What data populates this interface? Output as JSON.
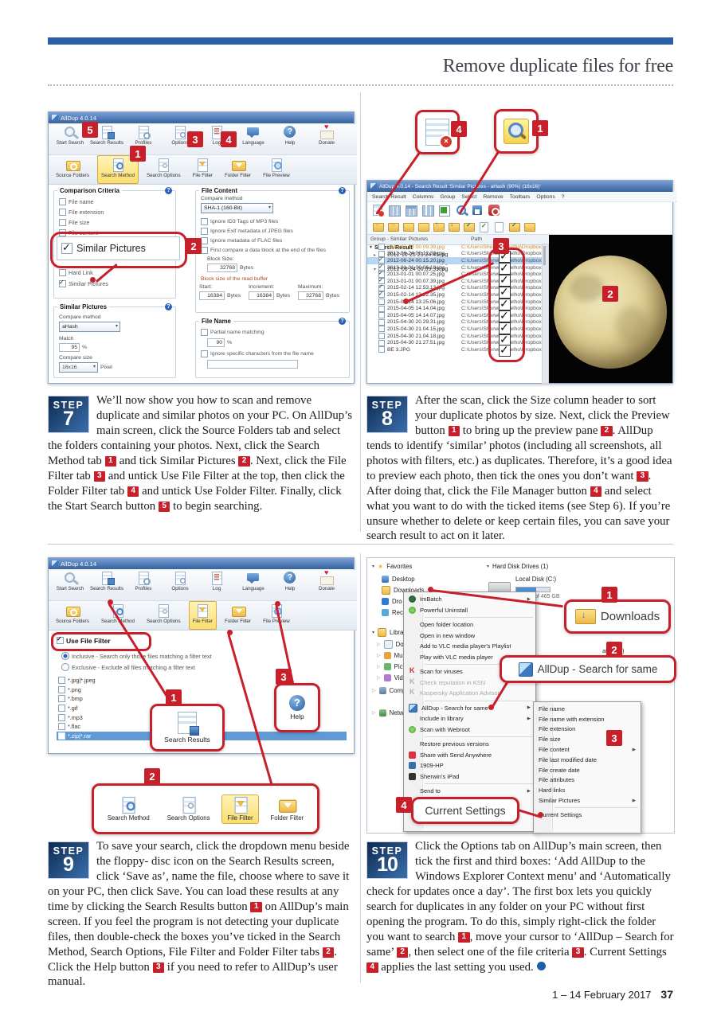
{
  "page": {
    "title": "Remove duplicate files for free",
    "footer_date": "1 – 14 February 2017",
    "footer_page": "37"
  },
  "colors": {
    "accent_red": "#c8202a",
    "bar_blue": "#2a5fa8",
    "step_blue_dark": "#0e2a50",
    "step_blue_light": "#3a6fad",
    "highlight_yellow": "#fbde6f",
    "selection_blue": "#5f9ad6"
  },
  "steps": [
    {
      "label": "STEP",
      "num": "7",
      "parts": [
        {
          "text": "We’ll now show you how to scan and remove duplicate and similar photos on your PC. On AllDup’s main screen, click the Source Folders tab and select the folders containing your photos. Next, click the Search Method tab "
        },
        {
          "num": "1"
        },
        {
          "text": " and tick Similar Pictures "
        },
        {
          "num": "2"
        },
        {
          "text": ". Next, click the File Filter tab "
        },
        {
          "num": "3"
        },
        {
          "text": " and untick Use File Filter at the top, then click the Folder Filter tab "
        },
        {
          "num": "4"
        },
        {
          "text": " and untick Use Folder Filter. Finally, click the Start Search button "
        },
        {
          "num": "5"
        },
        {
          "text": " to begin searching."
        }
      ]
    },
    {
      "label": "STEP",
      "num": "8",
      "parts": [
        {
          "text": "After the scan, click the Size column header to sort your duplicate photos by size. Next, click the Preview button "
        },
        {
          "num": "1"
        },
        {
          "text": " to bring up the preview pane "
        },
        {
          "num": "2"
        },
        {
          "text": ". AllDup tends to identify ‘similar’ photos (including all screenshots, all photos with filters, etc.) as duplicates. Therefore, it’s a good idea to preview each photo, then tick the ones you don’t want "
        },
        {
          "num": "3"
        },
        {
          "text": ". After doing that, click the File Manager button "
        },
        {
          "num": "4"
        },
        {
          "text": " and select what you want to do with the ticked items (see Step 6). If you’re unsure whether to delete or keep certain files, you can save your search result to act on it later."
        }
      ]
    },
    {
      "label": "STEP",
      "num": "9",
      "parts": [
        {
          "text": "To save your search, click the dropdown menu beside the floppy- disc icon on the Search Results screen, click ‘Save as’, name the file, choose where to save it on your PC, then click Save. You can load these results at any time by clicking the Search Results button "
        },
        {
          "num": "1"
        },
        {
          "text": " on AllDup’s main screen. If you feel the program is not detecting your duplicate files, then double-check the boxes you’ve ticked in the Search Method, Search Options, File Filter and Folder Filter tabs "
        },
        {
          "num": "2"
        },
        {
          "text": ". Click the Help button "
        },
        {
          "num": "3"
        },
        {
          "text": " if you need to refer to AllDup’s user manual."
        }
      ]
    },
    {
      "label": "STEP",
      "num": "10",
      "end_dot": true,
      "parts": [
        {
          "text": "Click the Options tab on AllDup’s main screen, then tick the first and third boxes: ‘Add AllDup to the Windows Explorer Context menu’ and ‘Automatically check for updates once a day’. The first box lets you quickly search for duplicates in any folder on your PC without first opening the program. To do this, simply right-click the folder you want to search "
        },
        {
          "num": "1"
        },
        {
          "text": ", move your cursor to ‘AllDup – Search for same’ "
        },
        {
          "num": "2"
        },
        {
          "text": ", then select one of the file criteria "
        },
        {
          "num": "3"
        },
        {
          "text": ". Current Settings "
        },
        {
          "num": "4"
        },
        {
          "text": " applies the last setting you used."
        }
      ]
    }
  ],
  "panelA": {
    "title": "AllDup 4.0.14",
    "badges": {
      "b1": "1",
      "b2": "2",
      "b3": "3",
      "b4": "4",
      "b5": "5"
    },
    "toolbar1": [
      {
        "label": "Start Search",
        "icon": "mag"
      },
      {
        "label": "Search Results",
        "icon": "results"
      },
      {
        "label": "Profiles",
        "icon": "profiles"
      },
      {
        "label": "Options",
        "icon": "options"
      },
      {
        "label": "Log",
        "icon": "log"
      },
      {
        "label": "Language",
        "icon": "language"
      },
      {
        "label": "Help",
        "icon": "help"
      },
      {
        "label": "Donate",
        "icon": "donate"
      }
    ],
    "tabs": [
      {
        "label": "Source Folders",
        "icon": "t-folder"
      },
      {
        "label": "Search Method",
        "icon": "t-mag",
        "cls": "active"
      },
      {
        "label": "Search Options",
        "icon": "t-gear"
      },
      {
        "label": "File Filter",
        "icon": "t-funnel"
      },
      {
        "label": "Folder Filter",
        "icon": "t-folderfun"
      },
      {
        "label": "File Preview",
        "icon": "t-prev"
      }
    ],
    "criteria": {
      "title": "Comparison Criteria",
      "items": [
        "File name",
        "File extension",
        "File size",
        "File content"
      ],
      "hard_link": "Hard Link",
      "similar": "Similar Pictures",
      "similar_big": "Similar Pictures"
    },
    "similar": {
      "title": "Similar Pictures",
      "compare_label": "Compare method",
      "compare_value": "aHash",
      "match_label": "Match",
      "match_value": "95",
      "pct": "%",
      "size_label": "Compare size",
      "size_value": "16x16",
      "pixel": "Pixel"
    },
    "content": {
      "title": "File Content",
      "compare_label": "Compare method",
      "compare_value": "SHA-1 (160-Bit)",
      "checks": [
        "Ignore ID3 Tags of MP3 files",
        "Ignore Exif metadata of JPEG files",
        "Ignore metadata of FLAC files",
        "First compare a data block at the end of the files"
      ],
      "block_label": "Block Size:",
      "block_value": "32768",
      "bytes": "Bytes",
      "buffer_title": "Block size of the read buffer",
      "cols": [
        {
          "label": "Start:",
          "value": "16384",
          "unit": "Bytes"
        },
        {
          "label": "Increment:",
          "value": "16384",
          "unit": "Bytes"
        },
        {
          "label": "Maximum:",
          "value": "32768",
          "unit": "Bytes"
        }
      ]
    },
    "filename": {
      "title": "File Name",
      "partial": "Partial name matching",
      "pct_value": "90",
      "pct": "%",
      "ignore": "Ignore specific characters from the file name"
    }
  },
  "panelB": {
    "title": "AllDup 4.0.14 - Search Result 'Similar Pictures - aHash (90%) (16x16)'",
    "badges": {
      "b1": "1",
      "b2": "2",
      "b3": "3",
      "b4": "4"
    },
    "menu": [
      "Search Result",
      "Columns",
      "Group",
      "Select",
      "Remove",
      "Toolbars",
      "Options",
      "?"
    ],
    "toolbar_icons": [
      {
        "icon": "b-fm",
        "name": "file-manager-icon"
      },
      {
        "icon": "b-col1",
        "name": "columns-icon"
      },
      {
        "icon": "b-col2",
        "name": "columns-icon"
      },
      {
        "icon": "b-col3",
        "name": "columns-icon"
      },
      {
        "icon": "b-xls",
        "name": "export-icon"
      },
      {
        "icon": "b-prev",
        "cls": "active",
        "name": "file-preview-icon"
      },
      {
        "icon": "b-save",
        "name": "save-icon"
      },
      {
        "icon": "b-power",
        "name": "power-icon"
      }
    ],
    "toolbar2_icons": [
      {
        "icon": "y-undo"
      },
      {
        "icon": "y-redo"
      },
      {
        "icon": "y-fold"
      },
      {
        "icon": "y-fold"
      },
      {
        "icon": "y-up"
      },
      {
        "icon": "y-down"
      },
      {
        "icon": "y-foldchk"
      },
      {
        "icon": "y-pgchk"
      },
      {
        "icon": "y-pg"
      },
      {
        "icon": "y-foldchk"
      },
      {
        "icon": "y-fold"
      }
    ],
    "columns": {
      "group": "Group - Similar Pictures",
      "path": "Path"
    },
    "root": "Search Result",
    "group_rows": [
      {
        "name": "2012-10-26 23.24.45.jpg"
      },
      {
        "name": "2012-10-26 23.22.04.jpg"
      },
      {
        "name": "2012-06-24 00.09.39.jpg",
        "cls": "open"
      }
    ],
    "files": [
      {
        "name": "2012-06-24 00.09.39.jpg",
        "path": "C:\\Users\\Sherwin Coelho\\Dropbox\\Cam",
        "cls": "orange"
      },
      {
        "name": "2012-06-24 00.12.38.jpg",
        "path": "C:\\Users\\Sherwin Coelho\\Dropbox\\Cam",
        "cls": "plain"
      },
      {
        "name": "2012-06-24 00.15.20.jpg",
        "path": "C:\\Users\\Sherwin Coelho\\Dropbox\\Cam",
        "cls": "selected"
      },
      {
        "name": "2013-01-01 00.06.10.jpg",
        "path": "C:\\Users\\Sherwin Coelho\\Dropbox\\Cam",
        "cls": "checked"
      },
      {
        "name": "2013-01-01 00.07.25.jpg",
        "path": "C:\\Users\\Sherwin Coelho\\Dropbox\\Cam",
        "cls": "checked"
      },
      {
        "name": "2013-01-01 00.07.39.jpg",
        "path": "C:\\Users\\Sherwin Coelho\\Dropbox\\Cam",
        "cls": "checked"
      },
      {
        "name": "2015-02-14 12.53.13.jpg",
        "path": "C:\\Users\\Sherwin Coelho\\Dropbox\\Cam",
        "cls": "checked"
      },
      {
        "name": "2015-02-14 13.22.35.jpg",
        "path": "C:\\Users\\Sherwin Coelho\\Dropbox\\Cam",
        "cls": "checked"
      },
      {
        "name": "2015-02-14 13.25.06.jpg",
        "path": "C:\\Users\\Sherwin Coelho\\Dropbox\\Cam",
        "cls": "plain"
      },
      {
        "name": "2015-04-05 14.14.04.jpg",
        "path": "C:\\Users\\Sherwin Coelho\\Dropbox\\Cam",
        "cls": "plain"
      },
      {
        "name": "2015-04-05 14.14.07.jpg",
        "path": "C:\\Users\\Sherwin Coelho\\Dropbox\\Cam",
        "cls": "plain"
      },
      {
        "name": "2015-04-30 20.29.31.jpg",
        "path": "C:\\Users\\Sherwin Coelho\\Dropbox\\Cam",
        "cls": "plain"
      },
      {
        "name": "2015-04-30 21.04.15.jpg",
        "path": "C:\\Users\\Sherwin Coelho\\Dropbox\\Cam",
        "cls": "plain"
      },
      {
        "name": "2015-04-30 21.04.18.jpg",
        "path": "C:\\Users\\Sherwin Coelho\\Dropbox\\Cam",
        "cls": "plain"
      },
      {
        "name": "2015-04-30 21.27.51.jpg",
        "path": "C:\\Users\\Sherwin Coelho\\Dropbox\\Cam",
        "cls": "plain"
      },
      {
        "name": "BE 3.JPG",
        "path": "C:\\Users\\Sherwin Coelho\\Dropbox\\Hou",
        "cls": "plain"
      }
    ]
  },
  "panelC": {
    "title": "AllDup 4.0.14",
    "badges": {
      "b1": "1",
      "b2": "2",
      "b3": "3"
    },
    "tabs": [
      {
        "label": "Source Folders",
        "icon": "t-folder"
      },
      {
        "label": "Search Method",
        "icon": "t-mag"
      },
      {
        "label": "Search Options",
        "icon": "t-gear"
      },
      {
        "label": "File Filter",
        "icon": "t-funnel",
        "cls": "active"
      },
      {
        "label": "Folder Filter",
        "icon": "t-folderfun"
      },
      {
        "label": "File Preview",
        "icon": "t-prev"
      }
    ],
    "use_filter": "Use File Filter",
    "radios": [
      {
        "label": "Inclusive - Search only those files matching a filter text",
        "cls": "on"
      },
      {
        "label": "Exclusive - Exclude all files matching a filter text"
      }
    ],
    "filters": [
      {
        "label": "*.jpg|*.jpeg"
      },
      {
        "label": "*.png"
      },
      {
        "label": "*.bmp"
      },
      {
        "label": "*.gif"
      },
      {
        "label": "*.mp3"
      },
      {
        "label": "*.flac"
      },
      {
        "label": "*.zip|*.rar",
        "cls": "sel"
      }
    ],
    "overlay_search_results": "Search Results",
    "overlay_help": "Help",
    "strip": [
      {
        "label": "Search Method",
        "icon": "t-mag"
      },
      {
        "label": "Search Options",
        "icon": "t-gear"
      },
      {
        "label": "File Filter",
        "icon": "t-funnel",
        "cls": "active"
      },
      {
        "label": "Folder Filter",
        "icon": "t-folderfun"
      }
    ]
  },
  "panelD": {
    "badges": {
      "b1": "1",
      "b2": "2",
      "b3": "3",
      "b4": "4"
    },
    "sidebar": {
      "favorites": "Favorites",
      "fav_items": [
        {
          "label": "Desktop",
          "icon": "s-desk"
        },
        {
          "label": "Downloads",
          "icon": "s-fold"
        },
        {
          "label": "Dro",
          "icon": "s-drop"
        },
        {
          "label": "Rec",
          "icon": "s-rec"
        }
      ],
      "libraries": "Libra",
      "lib_items": [
        {
          "label": "Doc",
          "icon": "s-doc"
        },
        {
          "label": "Mus",
          "icon": "s-mus"
        },
        {
          "label": "Pict",
          "icon": "s-pic"
        },
        {
          "label": "Vide",
          "icon": "s-vid"
        }
      ],
      "computer": "Comp",
      "network": "Netw"
    },
    "drives": {
      "header": "Hard Disk Drives (1)",
      "disk_name": "Local Disk (C:)",
      "free": "free of 465 GB",
      "removable": "Remova",
      "drive_d": "W Drive (D:)",
      "location": "ation (1)"
    },
    "menu": [
      {
        "label": "ImBatch",
        "icon": "ic-imbatch",
        "arrow": "▶"
      },
      {
        "label": "Powerful Uninstall",
        "icon": "ic-pu"
      },
      {
        "cls": "sep"
      },
      {
        "label": "Open folder location"
      },
      {
        "label": "Open in new window"
      },
      {
        "label": "Add to VLC media player's Playlist"
      },
      {
        "label": "Play with VLC media player"
      },
      {
        "cls": "sep"
      },
      {
        "label": "Scan for viruses",
        "icon": "ic-kasp"
      },
      {
        "label": "Check reputation in KSN",
        "cls": "gray",
        "icon": "ic-kaspg"
      },
      {
        "label": "Kaspersky Application Advisor",
        "cls": "gray",
        "icon": "ic-kaspg"
      },
      {
        "cls": "sep"
      },
      {
        "label": "AllDup - Search for same",
        "icon": "ic-alldup",
        "arrow": "▶"
      },
      {
        "label": "Include in library",
        "arrow": "▶"
      },
      {
        "label": "Scan with Webroot",
        "icon": "ic-webroot"
      },
      {
        "cls": "sep"
      },
      {
        "label": "Restore previous versions"
      },
      {
        "label": "Share with Send Anywhere",
        "icon": "ic-sendany"
      },
      {
        "label": "1909-HP",
        "icon": "ic-hp"
      },
      {
        "label": "Sherwin's iPad",
        "icon": "ic-ipad"
      },
      {
        "cls": "sep"
      },
      {
        "label": "Send to",
        "arrow": "▶"
      }
    ],
    "submenu": [
      {
        "label": "File name"
      },
      {
        "label": "File name with extension"
      },
      {
        "label": "File extension"
      },
      {
        "label": "File size"
      },
      {
        "label": "File content",
        "arrow": "▶"
      },
      {
        "label": "File last modified date"
      },
      {
        "label": "File create date"
      },
      {
        "label": "File attributes"
      },
      {
        "label": "Hard links"
      },
      {
        "label": "Similar Pictures",
        "arrow": "▶"
      },
      {
        "cls": "sep"
      },
      {
        "label": "Current Settings"
      }
    ],
    "callouts": {
      "downloads": "Downloads",
      "alldup": "AllDup - Search for same",
      "current": "Current Settings"
    }
  }
}
